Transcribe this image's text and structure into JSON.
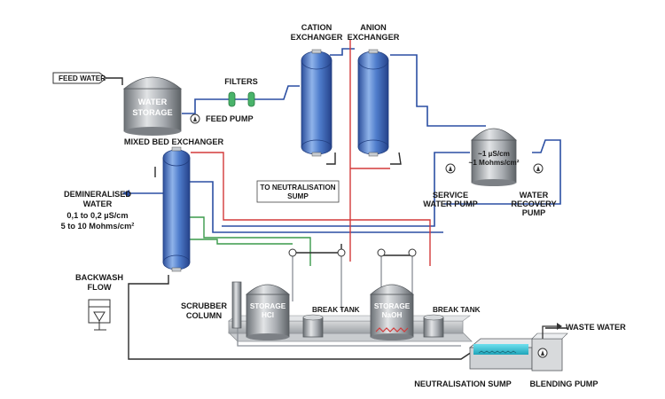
{
  "labels": {
    "feed_water": "FEED WATER",
    "water_storage_1": "WATER",
    "water_storage_2": "STORAGE",
    "feed_pump": "FEED PUMP",
    "filters": "FILTERS",
    "cation_1": "CATION",
    "cation_2": "EXCHANGER",
    "anion_1": "ANION",
    "anion_2": "EXCHANGER",
    "mixed_bed": "MIXED BED EXCHANGER",
    "to_neutralisation_1": "TO NEUTRALISATION",
    "to_neutralisation_2": "SUMP",
    "tank_spec_1": "~1 µS/cm",
    "tank_spec_2": "~1 Mohms/cm²",
    "service_pump_1": "SERVICE",
    "service_pump_2": "WATER PUMP",
    "recovery_pump_1": "WATER",
    "recovery_pump_2": "RECOVERY",
    "recovery_pump_3": "PUMP",
    "demin_1": "DEMINERALISED",
    "demin_2": "WATER",
    "demin_3": "0,1 to 0,2 µS/cm",
    "demin_4": "5 to 10 Mohms/cm²",
    "backwash_1": "BACKWASH",
    "backwash_2": "FLOW",
    "scrubber_1": "SCRUBBER",
    "scrubber_2": "COLUMN",
    "storage_hcl_1": "STORAGE",
    "storage_hcl_2": "HCl",
    "storage_naoh_1": "STORAGE",
    "storage_naoh_2": "NaOH",
    "break_tank_1": "BREAK TANK",
    "break_tank_2": "BREAK TANK",
    "waste_water": "WASTE WATER",
    "neutralisation_sump": "NEUTRALISATION SUMP",
    "blending_pump": "BLENDING PUMP"
  },
  "colors": {
    "pipe_blue": "#2b4fa3",
    "pipe_red": "#d33a3a",
    "pipe_green": "#3a9a4a",
    "vessel_blue": "#3f6fc0",
    "tank_gray": "#a9adb2",
    "sump_water": "#35c3d6"
  }
}
